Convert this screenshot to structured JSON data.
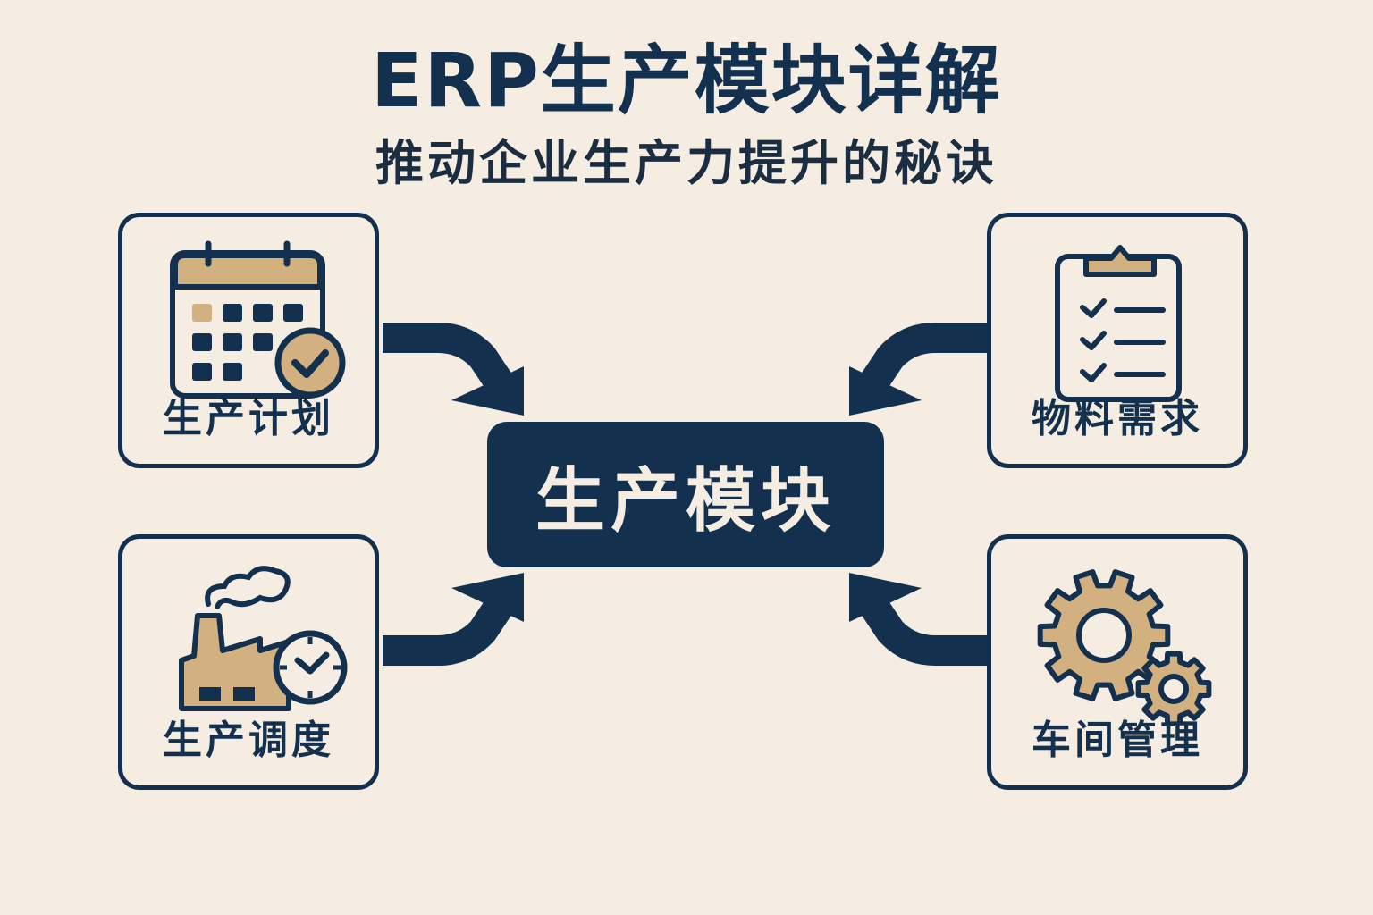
{
  "header": {
    "title": "ERP生产模块详解",
    "subtitle": "推动企业生产力提升的秘诀"
  },
  "center": {
    "label": "生产模块"
  },
  "modules": [
    {
      "label": "生产计划",
      "icon": "calendar-check-icon"
    },
    {
      "label": "生产调度",
      "icon": "factory-clock-icon"
    },
    {
      "label": "物料需求",
      "icon": "clipboard-checklist-icon"
    },
    {
      "label": "车间管理",
      "icon": "gears-icon"
    }
  ],
  "colors": {
    "background": "#f5ede2",
    "navy": "#13304f",
    "tan": "#d2b07f"
  }
}
